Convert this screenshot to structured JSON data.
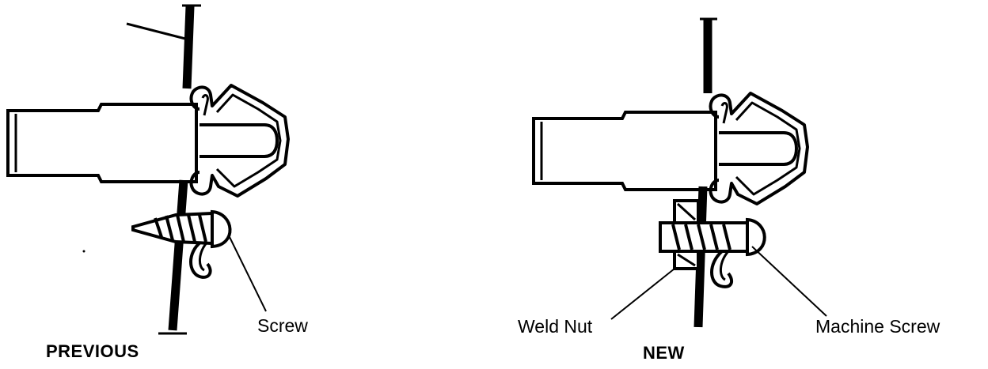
{
  "panels": {
    "previous": {
      "caption": "PREVIOUS",
      "callouts": {
        "screw": "Screw"
      }
    },
    "new": {
      "caption": "NEW",
      "callouts": {
        "weld_nut": "Weld Nut",
        "machine_screw": "Machine Screw"
      }
    }
  },
  "colors": {
    "ink": "#000000",
    "paper": "#ffffff"
  }
}
